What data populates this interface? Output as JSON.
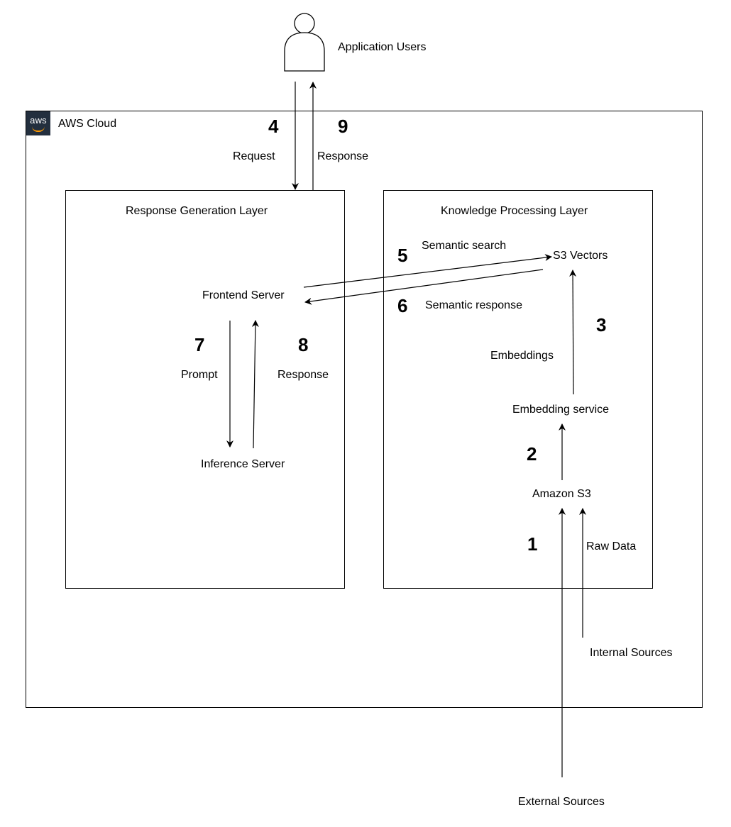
{
  "user": {
    "label": "Application Users",
    "icon": "user-icon"
  },
  "cloud": {
    "label": "AWS Cloud",
    "badge_text": "aws",
    "badge_color": "#232f3e",
    "smile_color": "#ff9900"
  },
  "layers": {
    "response_generation": {
      "title": "Response Generation Layer",
      "frontend": "Frontend Server",
      "inference": "Inference Server"
    },
    "knowledge_processing": {
      "title": "Knowledge Processing Layer",
      "s3_vectors": "S3 Vectors",
      "embedding_service": "Embedding service",
      "amazon_s3": "Amazon S3"
    }
  },
  "sources": {
    "internal": "Internal Sources",
    "external": "External Sources"
  },
  "steps": [
    {
      "number": "1",
      "label": "Raw Data"
    },
    {
      "number": "2",
      "label": ""
    },
    {
      "number": "3",
      "label": "Embeddings"
    },
    {
      "number": "4",
      "label": "Request"
    },
    {
      "number": "5",
      "label": "Semantic search"
    },
    {
      "number": "6",
      "label": "Semantic response"
    },
    {
      "number": "7",
      "label": "Prompt"
    },
    {
      "number": "8",
      "label": "Response"
    },
    {
      "number": "9",
      "label": "Response"
    }
  ]
}
